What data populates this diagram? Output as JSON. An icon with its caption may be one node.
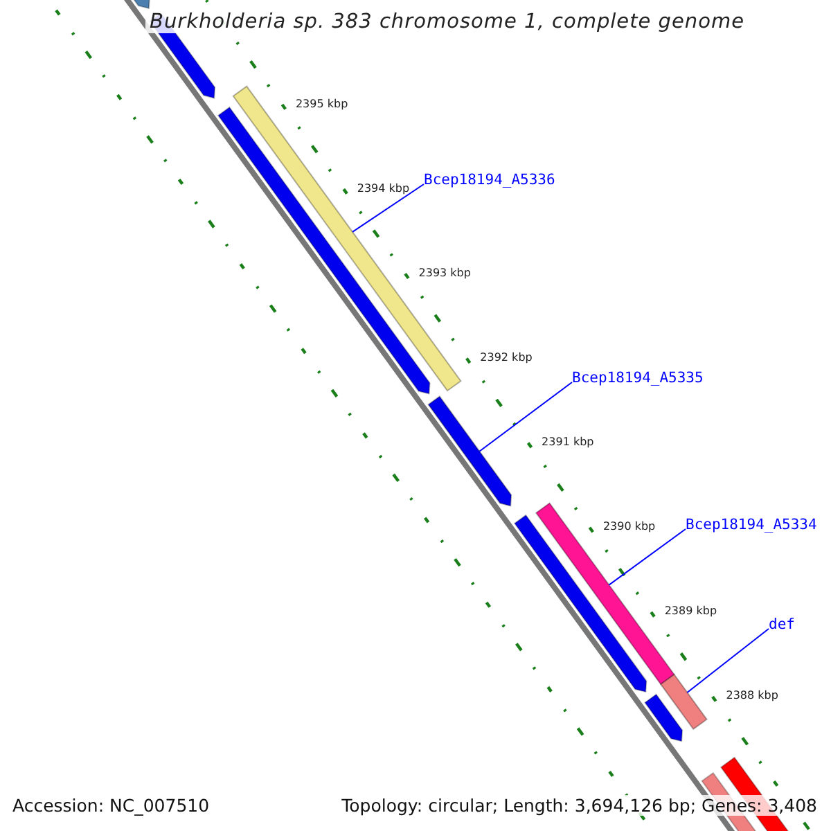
{
  "diagram": {
    "title": "Burkholderia sp. 383 chromosome 1, complete genome",
    "nodes": [
      {
        "text": [
          "Bcep18194_A5336"
        ]
      },
      {
        "text": [],
        "shape": "bar"
      },
      {
        "text": [
          "Bcep18194_A5335"
        ]
      },
      {
        "text": [],
        "shape": "bar"
      },
      {
        "text": [
          "Bcep18194_A5334"
        ]
      },
      {
        "text": [],
        "shape": "bar"
      },
      {
        "text": [
          "def"
        ]
      },
      {
        "text": [],
        "shape": "bar"
      }
    ],
    "edges": [
      {
        "from": 0,
        "to": 1,
        "arrow": "none"
      },
      {
        "from": 2,
        "to": 3,
        "arrow": "none"
      },
      {
        "from": 4,
        "to": 5,
        "arrow": "none"
      },
      {
        "from": 6,
        "to": 7,
        "arrow": "none"
      }
    ],
    "labels": [
      "2395 kbp",
      "2394 kbp",
      "2393 kbp",
      "2392 kbp",
      "2391 kbp",
      "2390 kbp",
      "2389 kbp",
      "2388 kbp",
      "Accession: NC_007510",
      "Topology: circular; Length: 3,694,126 bp; Genes: 3,408"
    ]
  }
}
